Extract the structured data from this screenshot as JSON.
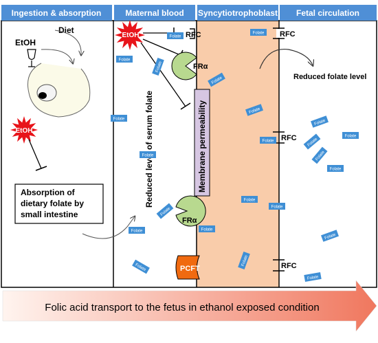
{
  "headers": {
    "ingestion": "Ingestion & absorption",
    "maternal": "Maternal blood",
    "syncytio": "Syncytiotrophoblast",
    "fetal": "Fetal circulation"
  },
  "labels": {
    "diet": "Diet",
    "etoh_text": "EtOH",
    "etoh_badge_top": "EtOH",
    "etoh_badge_left": "EtOH",
    "absorption_box": [
      "Absorption of",
      "dietary folate by",
      "small intestine"
    ],
    "reduced_serum": "Reduced level of serum folate",
    "membrane_perm": "Membrane permeability",
    "reduced_folate": "Reduced folate level",
    "bottom_arrow": "Folic acid transport to the fetus in ethanol exposed condition"
  },
  "transporters": {
    "rfc": "RFC",
    "fra": "FRα",
    "pcft": "PCFT",
    "folate": "Folate"
  },
  "colors": {
    "header_blue": "#4f8fd6",
    "syncytio_fill": "#f9ccaa",
    "folate_blue": "#3f8fd5",
    "receptor_green": "#b8d98f",
    "pcft_orange": "#f06a10",
    "etoh_red": "#e8141a",
    "membrane_purple": "#d6c6e2",
    "arrow_light": "#fde6dc",
    "arrow_dark": "#f2826a"
  }
}
